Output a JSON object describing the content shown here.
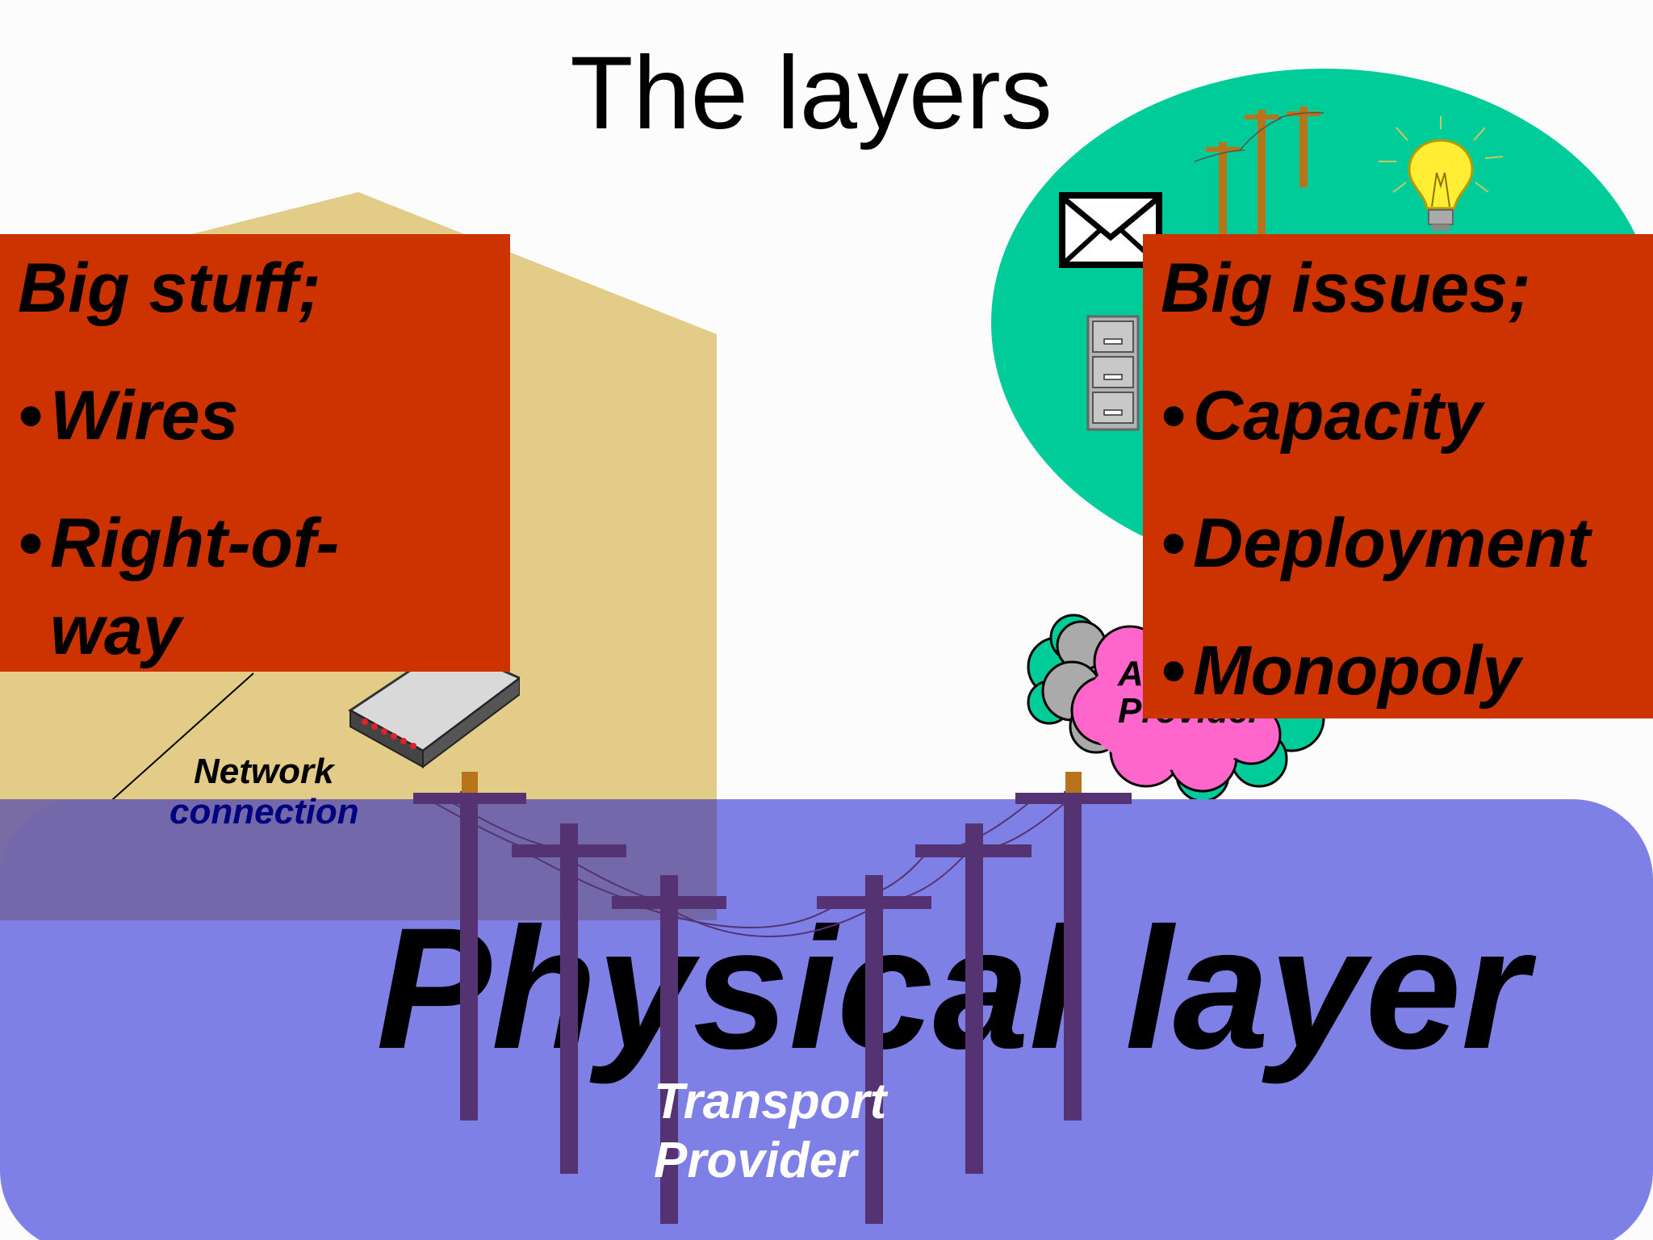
{
  "slide": {
    "title": "The layers",
    "left_box": {
      "heading": "Big stuff;",
      "bullets": [
        "Wires",
        "Right-of-",
        "way"
      ]
    },
    "right_box": {
      "heading": "Big issues;",
      "bullets": [
        "Capacity",
        "Deployment",
        "Monopoly"
      ]
    },
    "layer_name": "Physical layer",
    "transport_label": [
      "Transport",
      "Provider"
    ],
    "network_label": [
      "Network",
      "connection"
    ],
    "app_provider_label": [
      "A",
      "Provider"
    ],
    "icons": [
      "house-shape",
      "network-device-icon",
      "utility-pole-icon",
      "envelope-icon",
      "file-cabinet-icon",
      "light-bulb-icon",
      "cloud-icon"
    ],
    "colors": {
      "title": "#000000",
      "red_box": "#cc3300",
      "physical_band": "#7f80e6",
      "house": "#e3cc88",
      "oval": "#00cc99",
      "cloud_pink": "#ff66cc",
      "poles": "#553372"
    }
  }
}
